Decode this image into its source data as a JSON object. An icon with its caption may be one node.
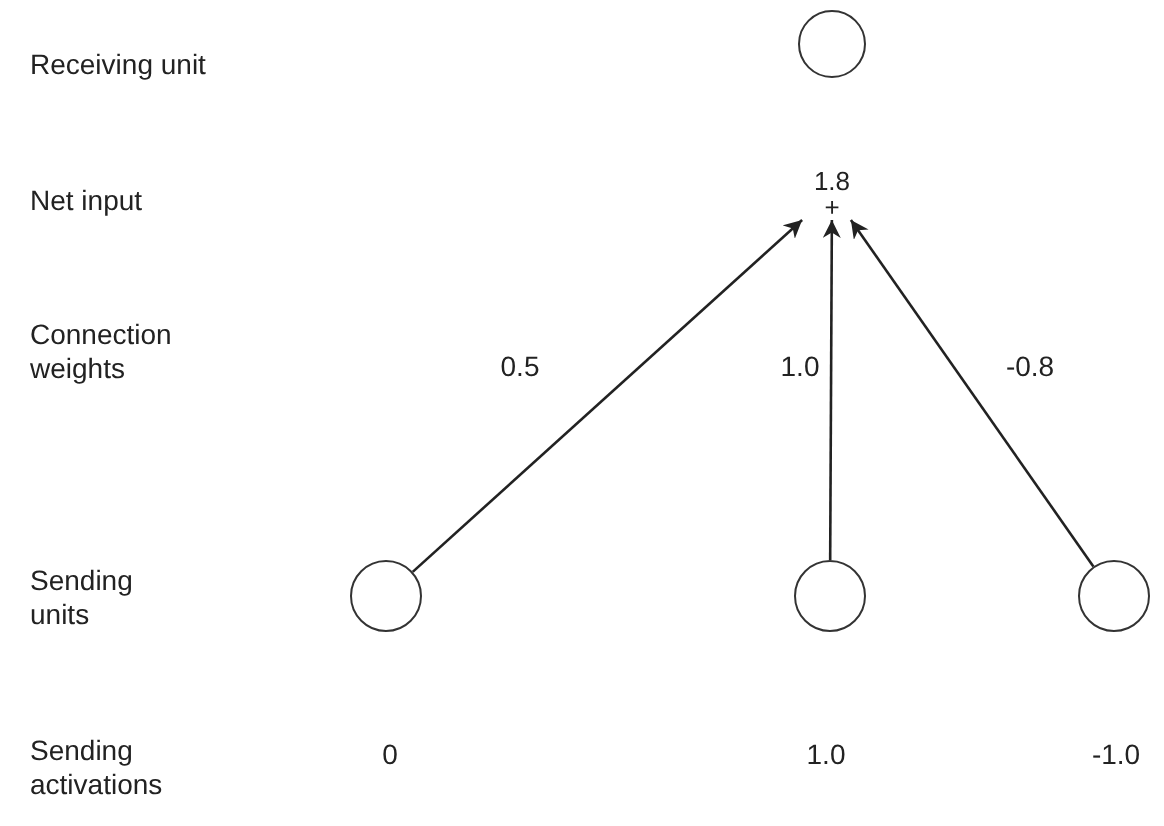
{
  "diagram": {
    "nodes": [
      {
        "text": [],
        "shape": "circle"
      },
      {
        "text": [
          "1.8",
          "+"
        ]
      },
      {
        "text": [],
        "shape": "circle"
      },
      {
        "text": [],
        "shape": "circle"
      },
      {
        "text": [],
        "shape": "circle"
      }
    ],
    "edges": [
      {
        "from": 2,
        "to": 1,
        "arrow": "to",
        "label": "0.5"
      },
      {
        "from": 3,
        "to": 1,
        "arrow": "to",
        "label": "1.0"
      },
      {
        "from": 4,
        "to": 1,
        "arrow": "to",
        "label": "-0.8"
      }
    ],
    "labels": [
      "Receiving unit",
      "Net input",
      "Connection weights",
      "Sending units",
      "Sending activations",
      "0",
      "1.0",
      "-1.0"
    ]
  }
}
